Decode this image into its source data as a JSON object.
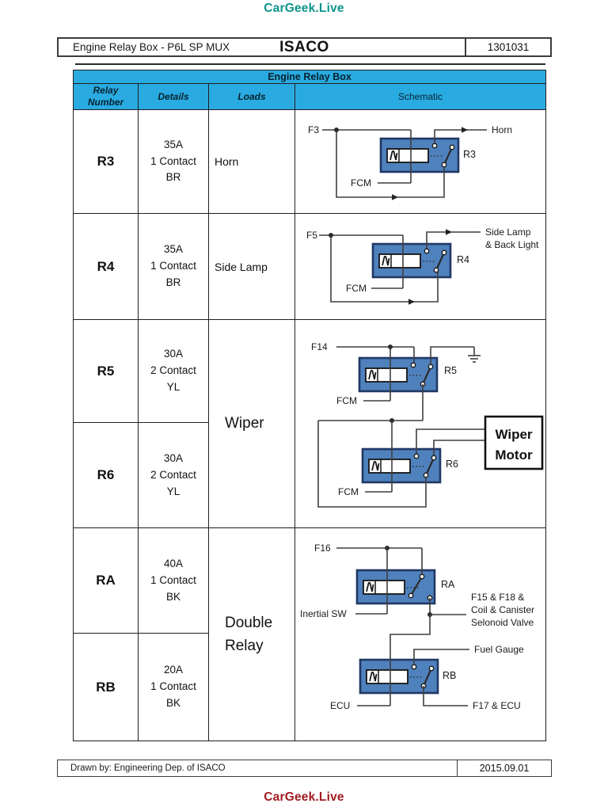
{
  "branding": {
    "top": "CarGeek.Live",
    "bottom": "CarGeek.Live"
  },
  "title_bar": {
    "title": "Engine Relay Box - P6L SP MUX",
    "company": "ISACO",
    "doc_number": "1301031"
  },
  "table": {
    "title": "Engine Relay Box",
    "col_relay": "Relay\nNumber",
    "col_details": "Details",
    "col_loads": "Loads",
    "col_schematic": "Schematic",
    "rows": {
      "r3": {
        "relay": "R3",
        "details": "35A\n1 Contact\nBR",
        "load": "Horn"
      },
      "r4": {
        "relay": "R4",
        "details": "35A\n1 Contact\nBR",
        "load": "Side Lamp"
      },
      "r5": {
        "relay": "R5",
        "details": "30A\n2 Contact\nYL"
      },
      "r6": {
        "relay": "R6",
        "details": "30A\n2 Contact\nYL"
      },
      "ra": {
        "relay": "RA",
        "details": "40A\n1 Contact\nBK"
      },
      "rb": {
        "relay": "RB",
        "details": "20A\n1 Contact\nBK"
      },
      "wiper_load": "Wiper",
      "double_load": "Double\nRelay"
    }
  },
  "schematics": {
    "r3": {
      "fuse": "F3",
      "control": "FCM",
      "label": "R3",
      "output": "Horn"
    },
    "r4": {
      "fuse": "F5",
      "control": "FCM",
      "label": "R4",
      "output1": "Side Lamp",
      "output2": "& Back Light"
    },
    "r5": {
      "fuse": "F14",
      "control": "FCM",
      "label": "R5"
    },
    "r6": {
      "control": "FCM",
      "label": "R6",
      "motor1": "Wiper",
      "motor2": "Motor"
    },
    "ra": {
      "fuse": "F16",
      "control": "Inertial SW",
      "label": "RA",
      "output1": "F15 & F18 &",
      "output2": "Coil & Canister",
      "output3": "Selonoid Valve"
    },
    "rb": {
      "control": "ECU",
      "label": "RB",
      "output_top": "Fuel Gauge",
      "output_bottom": "F17 & ECU"
    }
  },
  "footer_bar": {
    "drawn_by": "Drawn by: Engineering Dep. of ISACO",
    "date": "2015.09.01"
  },
  "colors": {
    "header_cyan": "#29ABE2",
    "relay_blue": "#4F81BD",
    "relay_border": "#203864",
    "logo_teal": "#0E948B",
    "logo_red": "#A21C21"
  }
}
